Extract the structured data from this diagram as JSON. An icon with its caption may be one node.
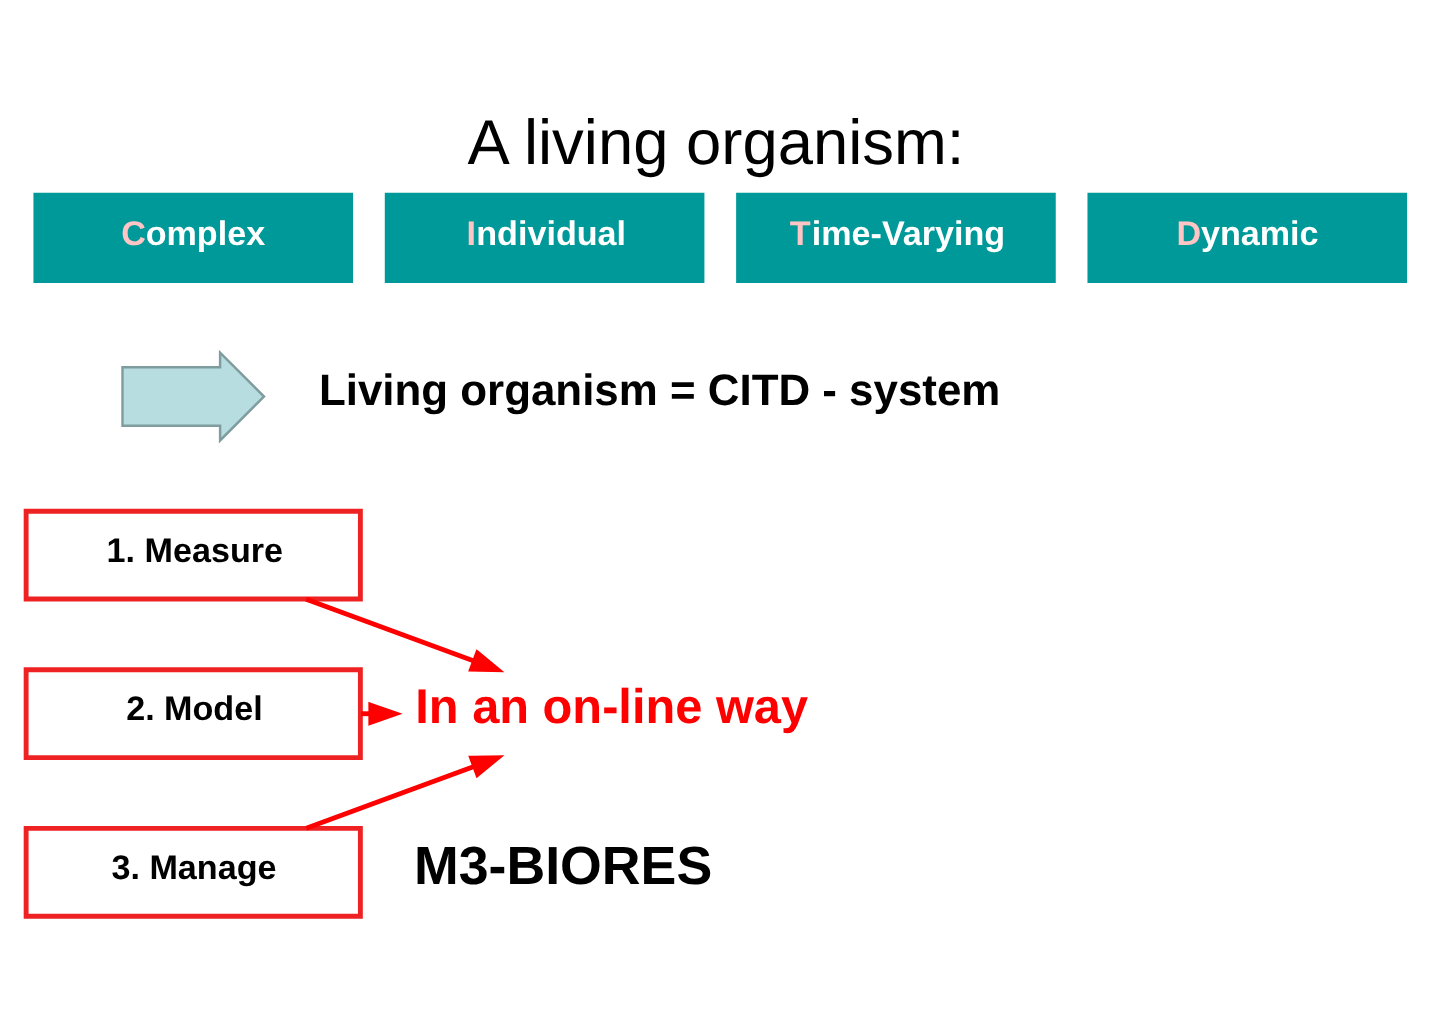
{
  "diagram": {
    "title": "A living organism:",
    "nodes": [
      {
        "text": [
          "Complex"
        ]
      },
      {
        "text": [
          "Individual"
        ]
      },
      {
        "text": [
          "Time-Varying"
        ]
      },
      {
        "text": [
          "Dynamic"
        ]
      },
      {
        "text": [],
        "shape": "arrow",
        "beside": [
          "Living organism = CITD - system"
        ]
      },
      {
        "text": [
          "1. Measure"
        ]
      },
      {
        "text": [
          "2. Model"
        ]
      },
      {
        "text": [
          "3. Manage"
        ]
      },
      {
        "text": [
          "In an on-line way"
        ]
      }
    ],
    "edges": [
      {
        "from": 5,
        "to": 8,
        "arrow": "to"
      },
      {
        "from": 6,
        "to": 8,
        "arrow": "to"
      },
      {
        "from": 7,
        "to": 8,
        "arrow": "to"
      }
    ],
    "labels": [
      "M3-BIORES"
    ]
  }
}
